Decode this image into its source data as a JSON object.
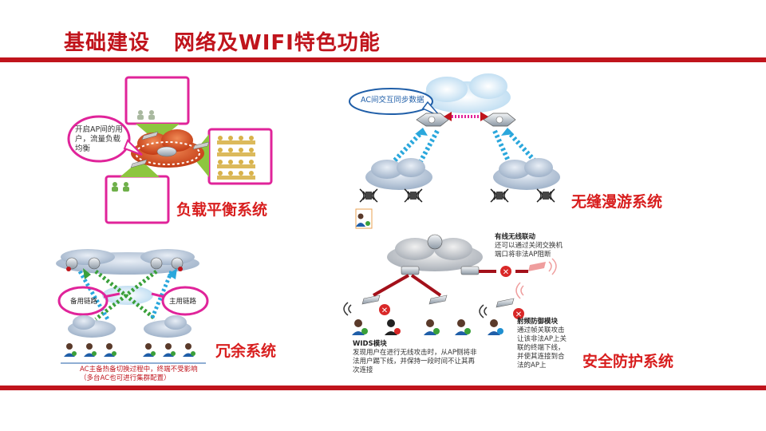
{
  "header": {
    "title_part1": "基础建设",
    "title_part2": "网络及WIFI特色功能"
  },
  "panels": {
    "load_balance": {
      "title": "负载平衡系统",
      "bubble_text_l1": "开启AP间的用",
      "bubble_text_l2": "户，流量负载",
      "bubble_text_l3": "均衡"
    },
    "roaming": {
      "title": "无缝漫游系统",
      "bubble_text": "AC间交互同步数据"
    },
    "redundancy": {
      "title": "冗余系统",
      "label_left": "备用链路",
      "label_right": "主用链路",
      "note_l1": "AC主备热备切换过程中，终端不受影响",
      "note_l2": "（多台AC也可进行集群配置）"
    },
    "security": {
      "title": "安全防护系统",
      "wired_title": "有线无线联动",
      "wired_l1": "还可以通过关闭交换机",
      "wired_l2": "端口将非法AP阻断",
      "wids_title": "WIDS模块",
      "wids_l1": "发现用户在进行无线攻击时，从AP侧将非",
      "wids_l2": "法用户踢下线，并保持一段时间不让其再",
      "wids_l3": "次连接",
      "rf_title": "射频防御模块",
      "rf_l1": "通过帧关联攻击",
      "rf_l2": "让该非法AP上关",
      "rf_l3": "联的终端下线，",
      "rf_l4": "并使其连接到合",
      "rf_l5": "法的AP上"
    }
  },
  "colors": {
    "brand_red": "#c0141c",
    "magenta": "#e0249a",
    "blue_arrow": "#2aa7dc",
    "green": "#3aa03a",
    "orange_cloud": "#d9461e"
  }
}
